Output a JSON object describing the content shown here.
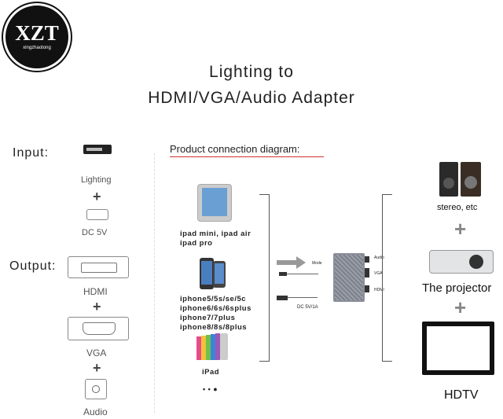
{
  "logo": {
    "brand": "XZT",
    "sub": "xingzhaotong"
  },
  "title": {
    "line1": "Lighting to",
    "line2": "HDMI/VGA/Audio Adapter"
  },
  "left": {
    "input_label": "Input:",
    "lighting_label": "Lighting",
    "dc_label": "DC 5V",
    "output_label": "Output:",
    "hdmi_label": "HDMI",
    "vga_label": "VGA",
    "audio_label": "Audio",
    "plus": "+"
  },
  "diagram": {
    "title": "Product connection diagram:",
    "ipad_models": [
      "ipad mini, ipad air",
      "ipad pro"
    ],
    "iphone_models": [
      "iphone5/5s/se/5c",
      "iphone6/6s/6splus",
      "iphone7/7plus",
      "iphone8/8s/8plus"
    ],
    "ipad_label": "iPad",
    "more": "• • ●",
    "adapter_port_left": "Mode",
    "adapter_port_audio": "Audio",
    "adapter_port_vga": "VGA",
    "adapter_port_hdmi": "HDMI",
    "power_label": "DC 5V/1A"
  },
  "right": {
    "stereo_label": "stereo, etc",
    "projector_label": "The projector",
    "hdtv_label": "HDTV",
    "plus": "+"
  }
}
